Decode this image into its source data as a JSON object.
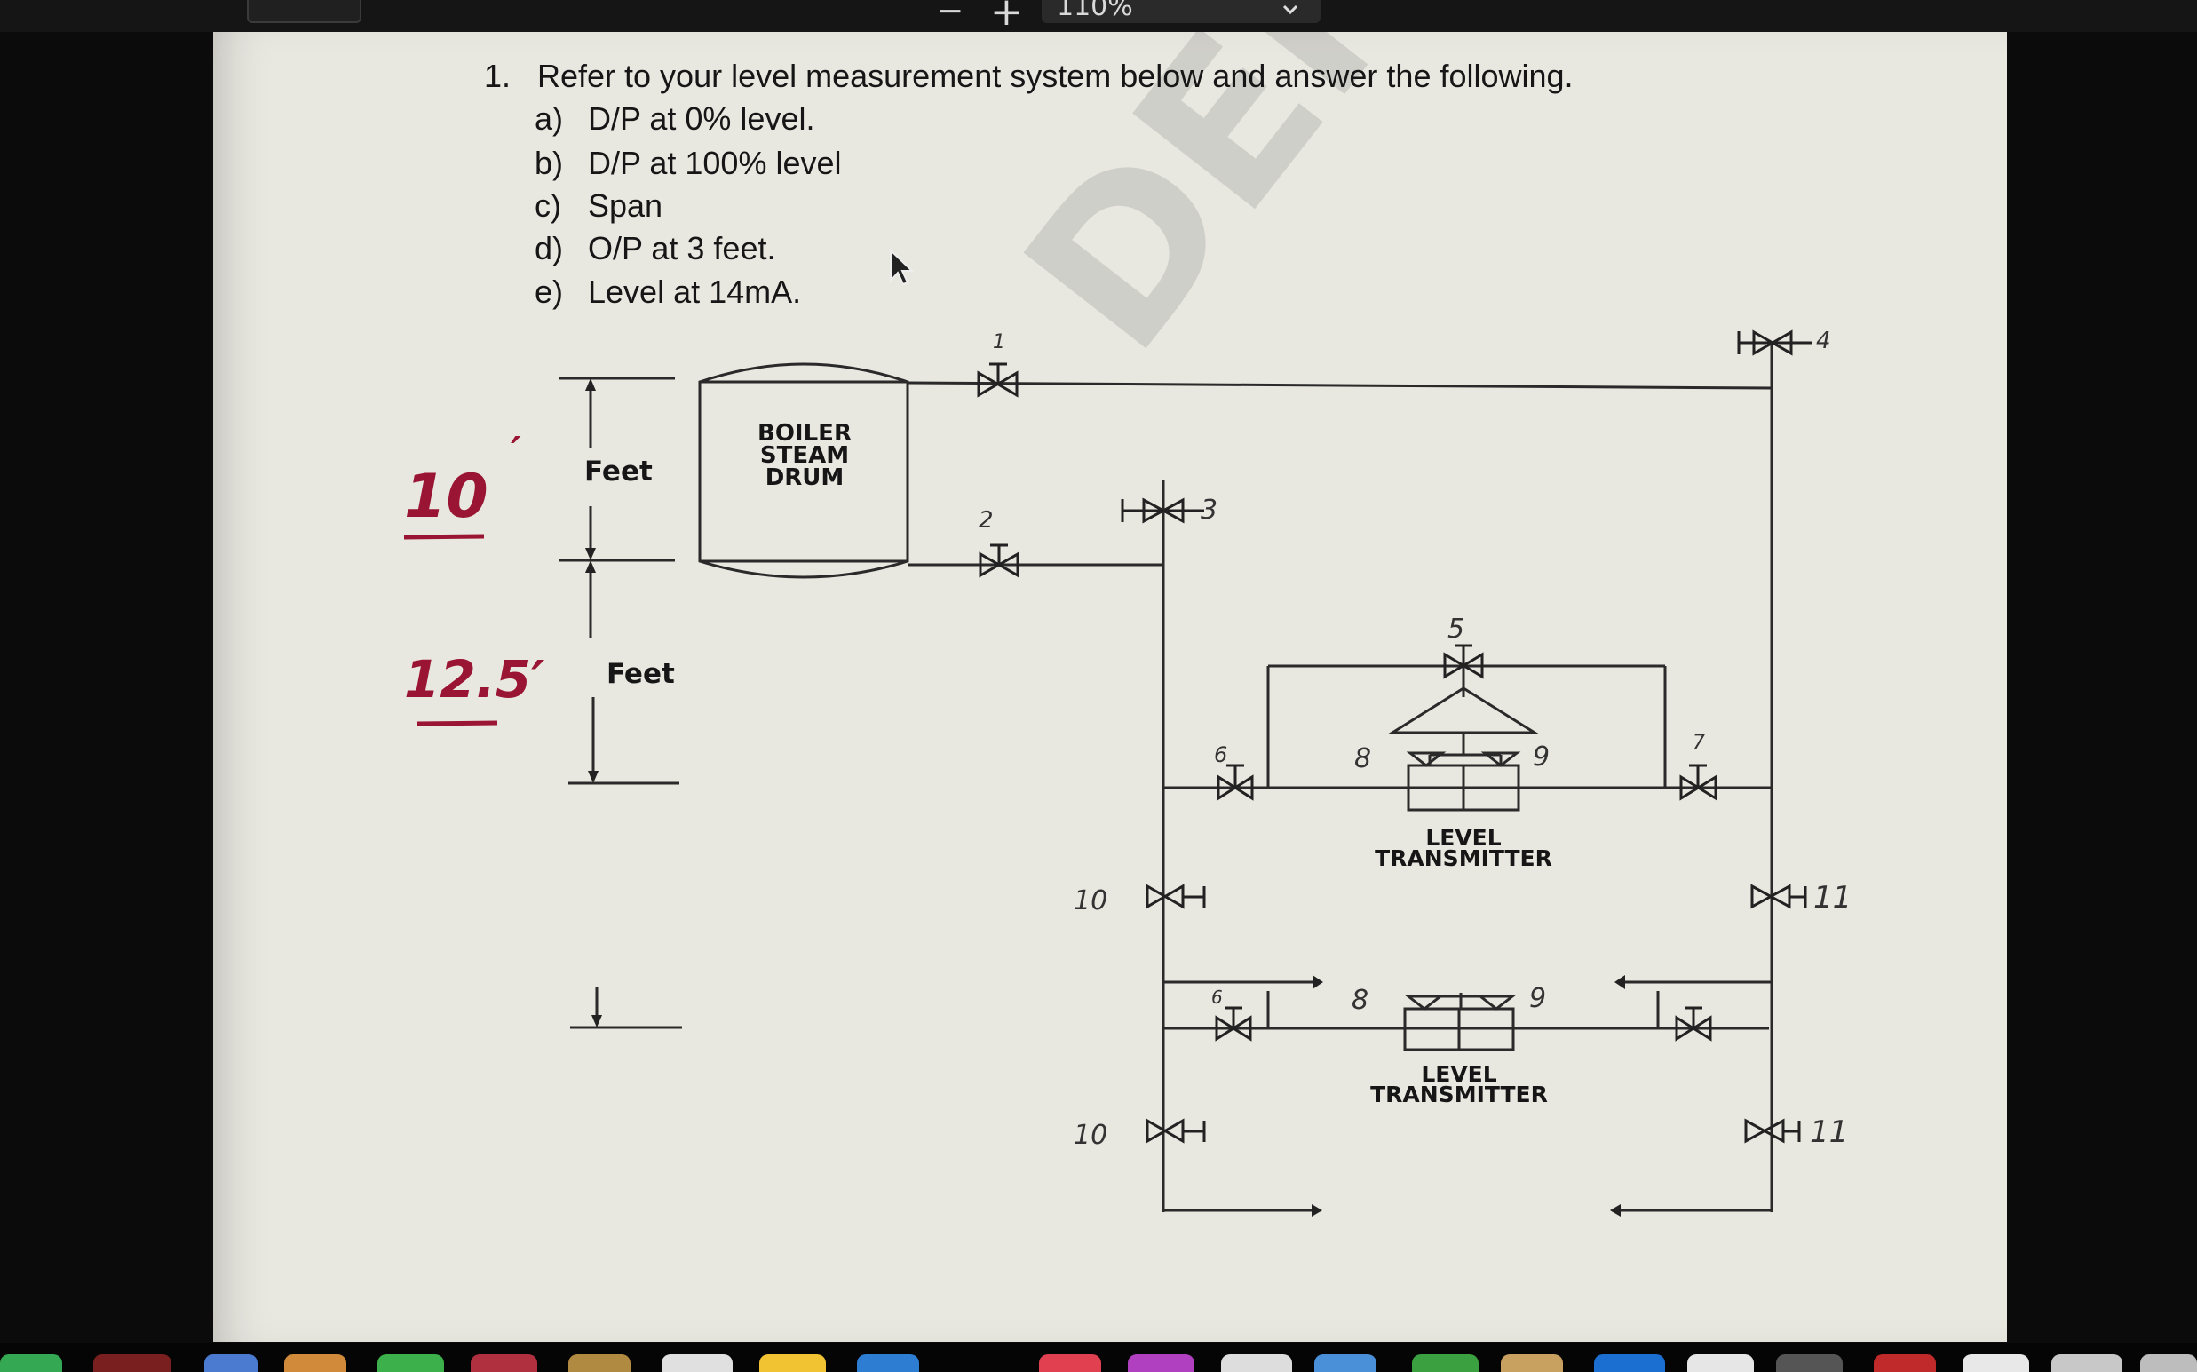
{
  "toolbar": {
    "zoom_minus": "−",
    "zoom_plus": "+",
    "zoom_level": "110%",
    "zoom_dropdown_icon": "chevron-down-icon"
  },
  "question": {
    "number": "1.",
    "prompt": "Refer to your level measurement system below and answer the following.",
    "items": [
      {
        "letter": "a)",
        "text": "D/P at 0% level."
      },
      {
        "letter": "b)",
        "text": "D/P at 100% level"
      },
      {
        "letter": "c)",
        "text": "Span"
      },
      {
        "letter": "d)",
        "text": "O/P at 3 feet."
      },
      {
        "letter": "e)",
        "text": "Level at 14mA."
      }
    ]
  },
  "diagram": {
    "drum_label": [
      "BOILER",
      "STEAM",
      "DRUM"
    ],
    "feet_upper": "Feet",
    "feet_lower": "Feet",
    "transmitter_label_1": [
      "LEVEL",
      "TRANSMITTER"
    ],
    "transmitter_label_2": [
      "LEVEL",
      "TRANSMITTER"
    ]
  },
  "annotations": {
    "upper_height": "10",
    "upper_mark": "′",
    "lower_height": "12.5′",
    "valve_numbers": {
      "v1": "1",
      "v2": "2",
      "v3": "3",
      "v4": "4",
      "v5": "5",
      "v6_top": "6",
      "v6_bottom": "6",
      "v7": "7",
      "v8_top": "8",
      "v8_bottom": "8",
      "v9_top": "9",
      "v9_bottom": "9",
      "v10_top": "10",
      "v10_bottom": "10",
      "v11_top": "11",
      "v11_bottom": "11"
    }
  },
  "watermark": "DENT",
  "colors": {
    "paper": "#e8e7e0",
    "ink": "#161616",
    "red_ink": "#9a1533",
    "background": "#0b0b0b"
  }
}
